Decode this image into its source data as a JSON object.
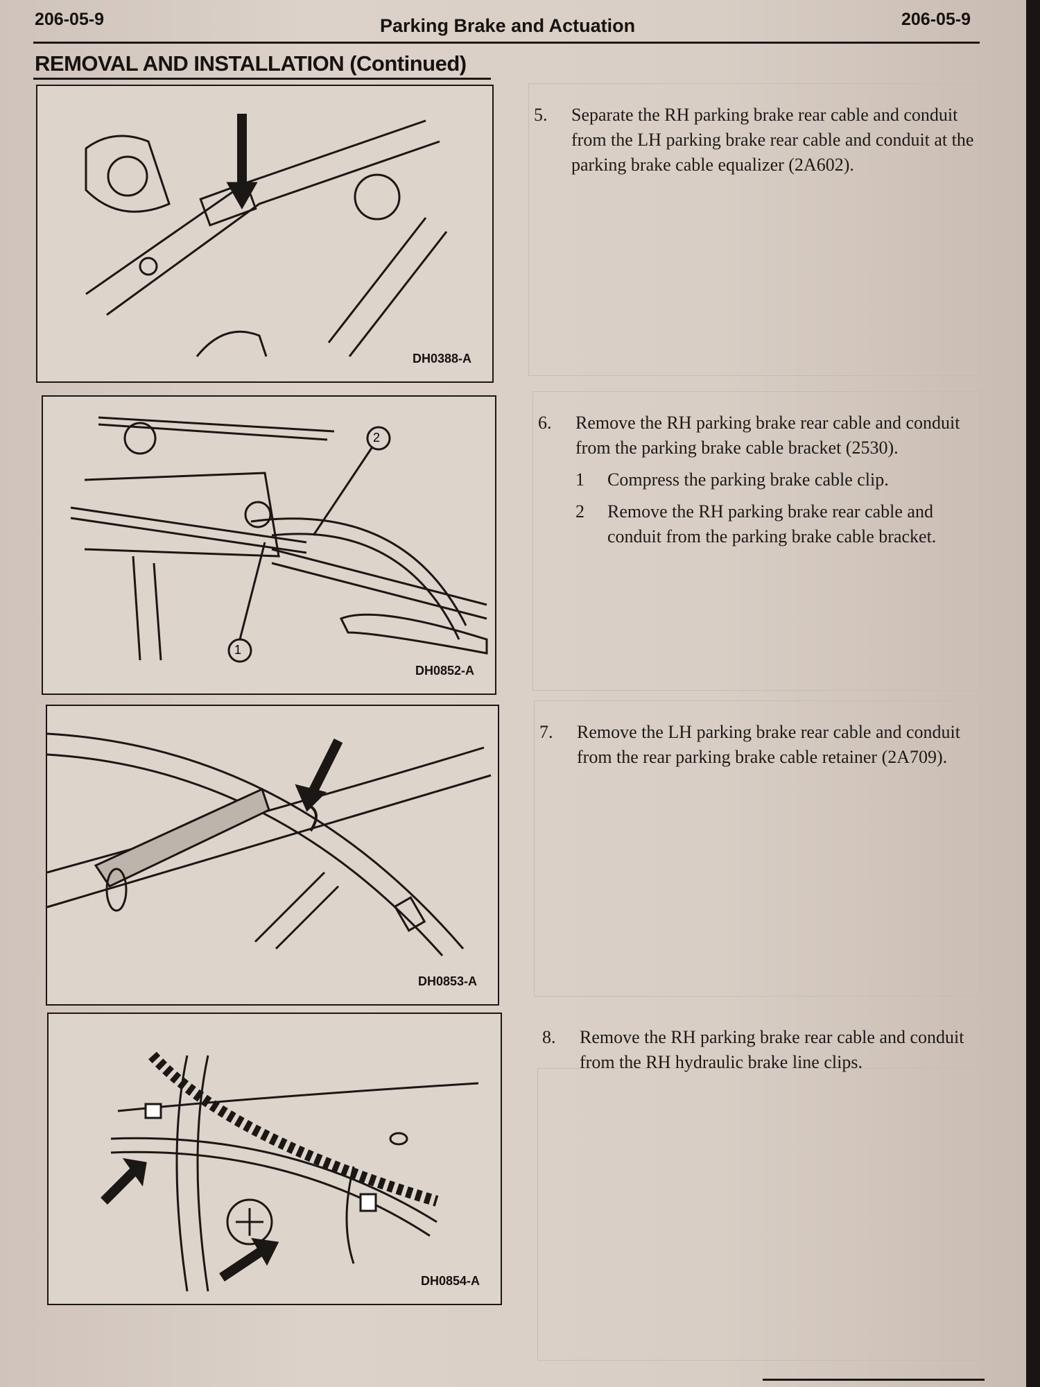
{
  "header": {
    "page_left": "206-05-9",
    "title": "Parking Brake and Actuation",
    "page_right": "206-05-9"
  },
  "section_title": "REMOVAL AND INSTALLATION (Continued)",
  "figures": [
    {
      "id": "DH0388-A"
    },
    {
      "id": "DH0852-A",
      "callouts": [
        "1",
        "2"
      ]
    },
    {
      "id": "DH0853-A"
    },
    {
      "id": "DH0854-A"
    }
  ],
  "steps": [
    {
      "num": "5.",
      "text": "Separate the RH parking brake rear cable and conduit from the LH parking brake rear cable and conduit at the parking brake cable equalizer (2A602)."
    },
    {
      "num": "6.",
      "text": "Remove the RH parking brake rear cable and conduit from the parking brake cable bracket (2530).",
      "substeps": [
        {
          "num": "1",
          "text": "Compress the parking brake cable clip."
        },
        {
          "num": "2",
          "text": "Remove the RH parking brake rear cable and conduit from the parking brake cable bracket."
        }
      ]
    },
    {
      "num": "7.",
      "text": "Remove the LH parking brake rear cable and conduit from the rear parking brake cable retainer (2A709)."
    },
    {
      "num": "8.",
      "text": "Remove the RH parking brake rear cable and conduit from the RH hydraulic brake line clips."
    }
  ]
}
